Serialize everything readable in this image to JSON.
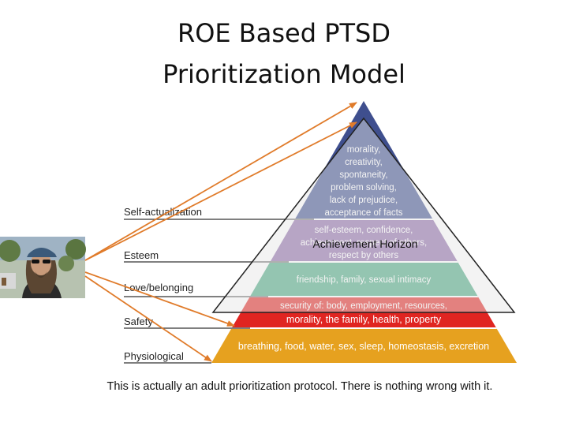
{
  "title_line1": "ROE Based PTSD",
  "title_line2": "Prioritization Model",
  "levels": [
    {
      "label": "Self-actualization",
      "text": [
        "morality,",
        "creativity,",
        "spontaneity,",
        "problem solving,",
        "lack of prejudice,",
        "acceptance of facts"
      ],
      "color": "#3f4f8e"
    },
    {
      "label": "Esteem",
      "text": [
        "self-esteem, confidence,",
        "achievement, respect of others,",
        "respect by others"
      ],
      "color": "#8d6aa8"
    },
    {
      "label": "Love/belonging",
      "text": [
        "friendship, family, sexual intimacy"
      ],
      "color": "#4aa880"
    },
    {
      "label": "Safety",
      "text": [
        "security of: body, employment, resources,",
        "morality, the family, health, property"
      ],
      "color": "#e02521"
    },
    {
      "label": "Physiological",
      "text": [
        "breathing, food, water, sex, sleep, homeostasis, excretion"
      ],
      "color": "#e6a11f"
    }
  ],
  "overlay_label": "Achievement Horizon",
  "caption": "This is actually an adult prioritization protocol. There is nothing wrong with it.",
  "colors": {
    "arrow": "#e07b2a",
    "overlay_fill": "#e6e6e6",
    "overlay_stroke": "#222222",
    "label_line": "#333333"
  }
}
